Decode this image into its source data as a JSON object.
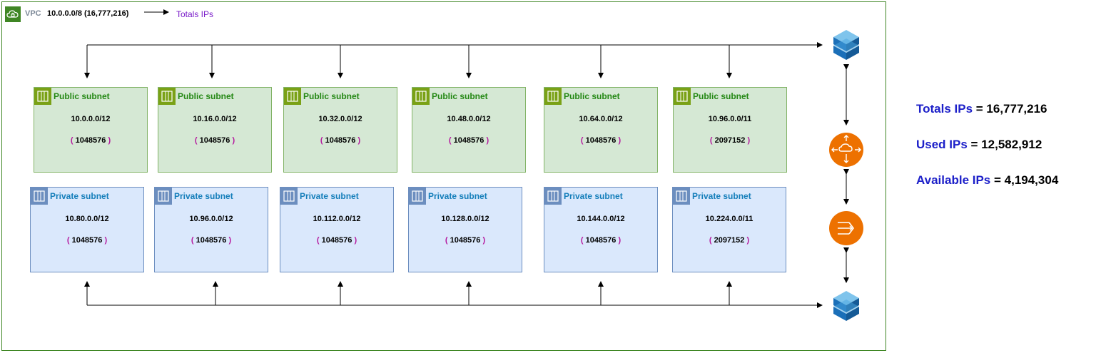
{
  "vpc": {
    "label": "VPC",
    "cidr": "10.0.0.0/8 (16,777,216)",
    "totals_label": "Totals IPs"
  },
  "public_subnets": [
    {
      "title": "Public subnet",
      "cidr": "10.0.0.0/12",
      "ips": "1048576"
    },
    {
      "title": "Public subnet",
      "cidr": "10.16.0.0/12",
      "ips": "1048576"
    },
    {
      "title": "Public subnet",
      "cidr": "10.32.0.0/12",
      "ips": "1048576"
    },
    {
      "title": "Public subnet",
      "cidr": "10.48.0.0/12",
      "ips": "1048576"
    },
    {
      "title": "Public subnet",
      "cidr": "10.64.0.0/12",
      "ips": "1048576"
    },
    {
      "title": "Public subnet",
      "cidr": "10.96.0.0/11",
      "ips": "2097152"
    }
  ],
  "private_subnets": [
    {
      "title": "Private subnet",
      "cidr": "10.80.0.0/12",
      "ips": "1048576"
    },
    {
      "title": "Private subnet",
      "cidr": "10.96.0.0/12",
      "ips": "1048576"
    },
    {
      "title": "Private subnet",
      "cidr": "10.112.0.0/12",
      "ips": "1048576"
    },
    {
      "title": "Private subnet",
      "cidr": "10.128.0.0/12",
      "ips": "1048576"
    },
    {
      "title": "Private subnet",
      "cidr": "10.144.0.0/12",
      "ips": "1048576"
    },
    {
      "title": "Private subnet",
      "cidr": "10.224.0.0/11",
      "ips": "2097152"
    }
  ],
  "summary": {
    "totals": {
      "label": "Totals IPs",
      "sep": " = ",
      "value": "16,777,216"
    },
    "used": {
      "label": "Used IPs",
      "sep": " = ",
      "value": "12,582,912"
    },
    "available": {
      "label": "Available IPs",
      "sep": " = ",
      "value": "4,194,304"
    }
  },
  "colors": {
    "vpc_border": "#3f8624",
    "public_fill": "#d5e8d4",
    "private_fill": "#dae8fc",
    "router": "#ed7100",
    "summary_key": "#1d20c9"
  },
  "icons": [
    "cloud-lock-icon",
    "subnet-icon",
    "server-stack-icon",
    "router-icon",
    "nat-gateway-icon"
  ]
}
